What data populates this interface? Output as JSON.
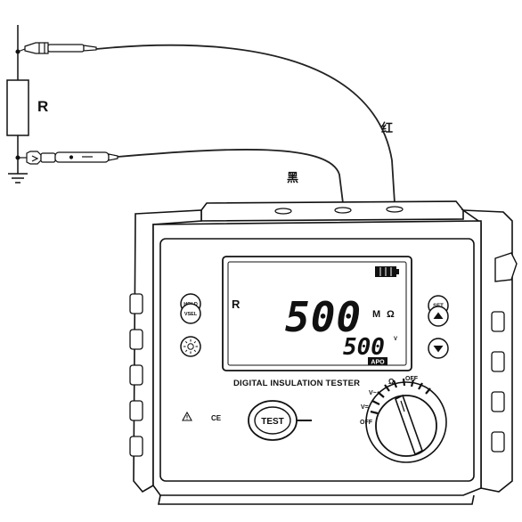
{
  "circuit": {
    "resistor_label": "R",
    "red_lead_label": "红",
    "black_lead_label": "黑"
  },
  "device": {
    "title": "DIGITAL INSULATION TESTER",
    "ce_mark": "CE",
    "warning_icon": "warning-triangle-icon",
    "buttons": {
      "hold": "HOLD",
      "vsel": "VSEL",
      "set": "SET",
      "test": "TEST"
    },
    "lcd": {
      "mode_indicator": "R",
      "main_value": "500",
      "main_unit_prefix": "M",
      "main_unit": "Ω",
      "sub_value": "500",
      "sub_unit": "V",
      "apo_badge": "APO",
      "battery_icon": "battery-full-icon"
    },
    "dial": {
      "positions": [
        "OFF",
        "V=",
        "V~",
        "Ω",
        "OFF"
      ]
    }
  }
}
